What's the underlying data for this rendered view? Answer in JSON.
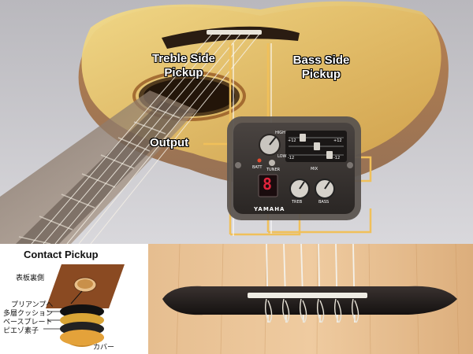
{
  "top": {
    "treble_label_line1": "Treble Side",
    "treble_label_line2": "Pickup",
    "bass_label_line1": "Bass Side",
    "bass_label_line2": "Pickup",
    "output_label": "Output"
  },
  "preamp": {
    "brand": "YAMAHA",
    "tuner_display": "8",
    "knob_labels": {
      "high": "HIGH",
      "low": "LOW",
      "batt": "BATT",
      "tuner": "TUNER",
      "treb": "TREB",
      "bass": "BASS",
      "mix": "MIX"
    },
    "slider_marks": [
      "+12",
      "+12",
      "-12",
      "-12"
    ]
  },
  "pickup_diagram": {
    "title": "Contact Pickup",
    "parts": [
      "表板裏側",
      "プリアンプへ",
      "多層クッション",
      "ベースプレート",
      "ピエゾ素子",
      "カバー"
    ]
  },
  "colors": {
    "guitar_top": "#e9c46a",
    "wire": "#f0c05a",
    "preamp": "#3a3532",
    "bridge_wood": "#1f1a18",
    "spruce": "#e3b98a"
  }
}
